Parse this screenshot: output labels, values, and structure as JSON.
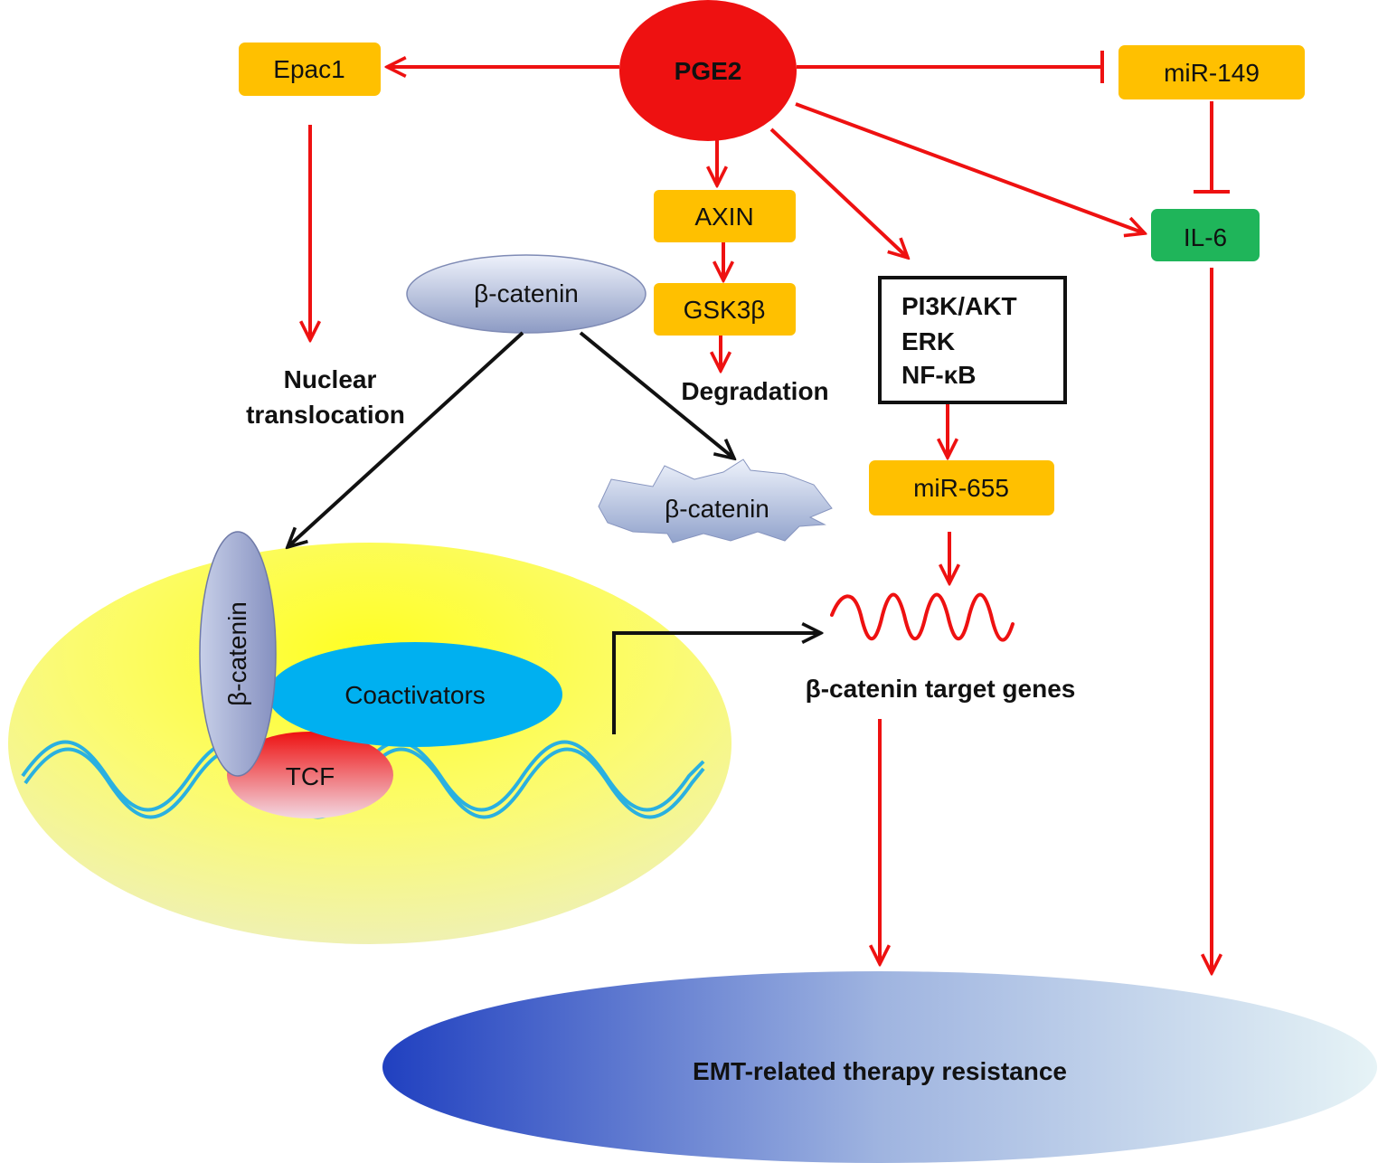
{
  "nodes": {
    "pge2": "PGE2",
    "epac1": "Epac1",
    "mir149": "miR-149",
    "axin": "AXIN",
    "gsk3b": "GSK3β",
    "il6": "IL-6",
    "beta_catenin_cyto": "β-catenin",
    "beta_catenin_degraded": "β-catenin",
    "beta_catenin_nuclear": "β-catenin",
    "pathways_line1": "PI3K/AKT",
    "pathways_line2": "ERK",
    "pathways_line3": "NF-κB",
    "mir655": "miR-655",
    "coactivators": "Coactivators",
    "tcf": "TCF"
  },
  "labels": {
    "nuclear_line1": "Nuclear",
    "nuclear_line2": "translocation",
    "degradation": "Degradation",
    "target_genes": "β-catenin target genes"
  },
  "outcome": "EMT-related therapy resistance",
  "colors": {
    "pge2": "#ee1111",
    "box_orange": "#ffc000",
    "il6_green": "#1fb55a",
    "arrow_red": "#ee1111",
    "arrow_black": "#111111",
    "nucleus_yellow": "#ffff33",
    "coactivators_blue": "#00b0f0",
    "dna_blue": "#2ab0e0",
    "outcome_dark": "#2040c0",
    "outcome_light": "#dff0f5"
  }
}
